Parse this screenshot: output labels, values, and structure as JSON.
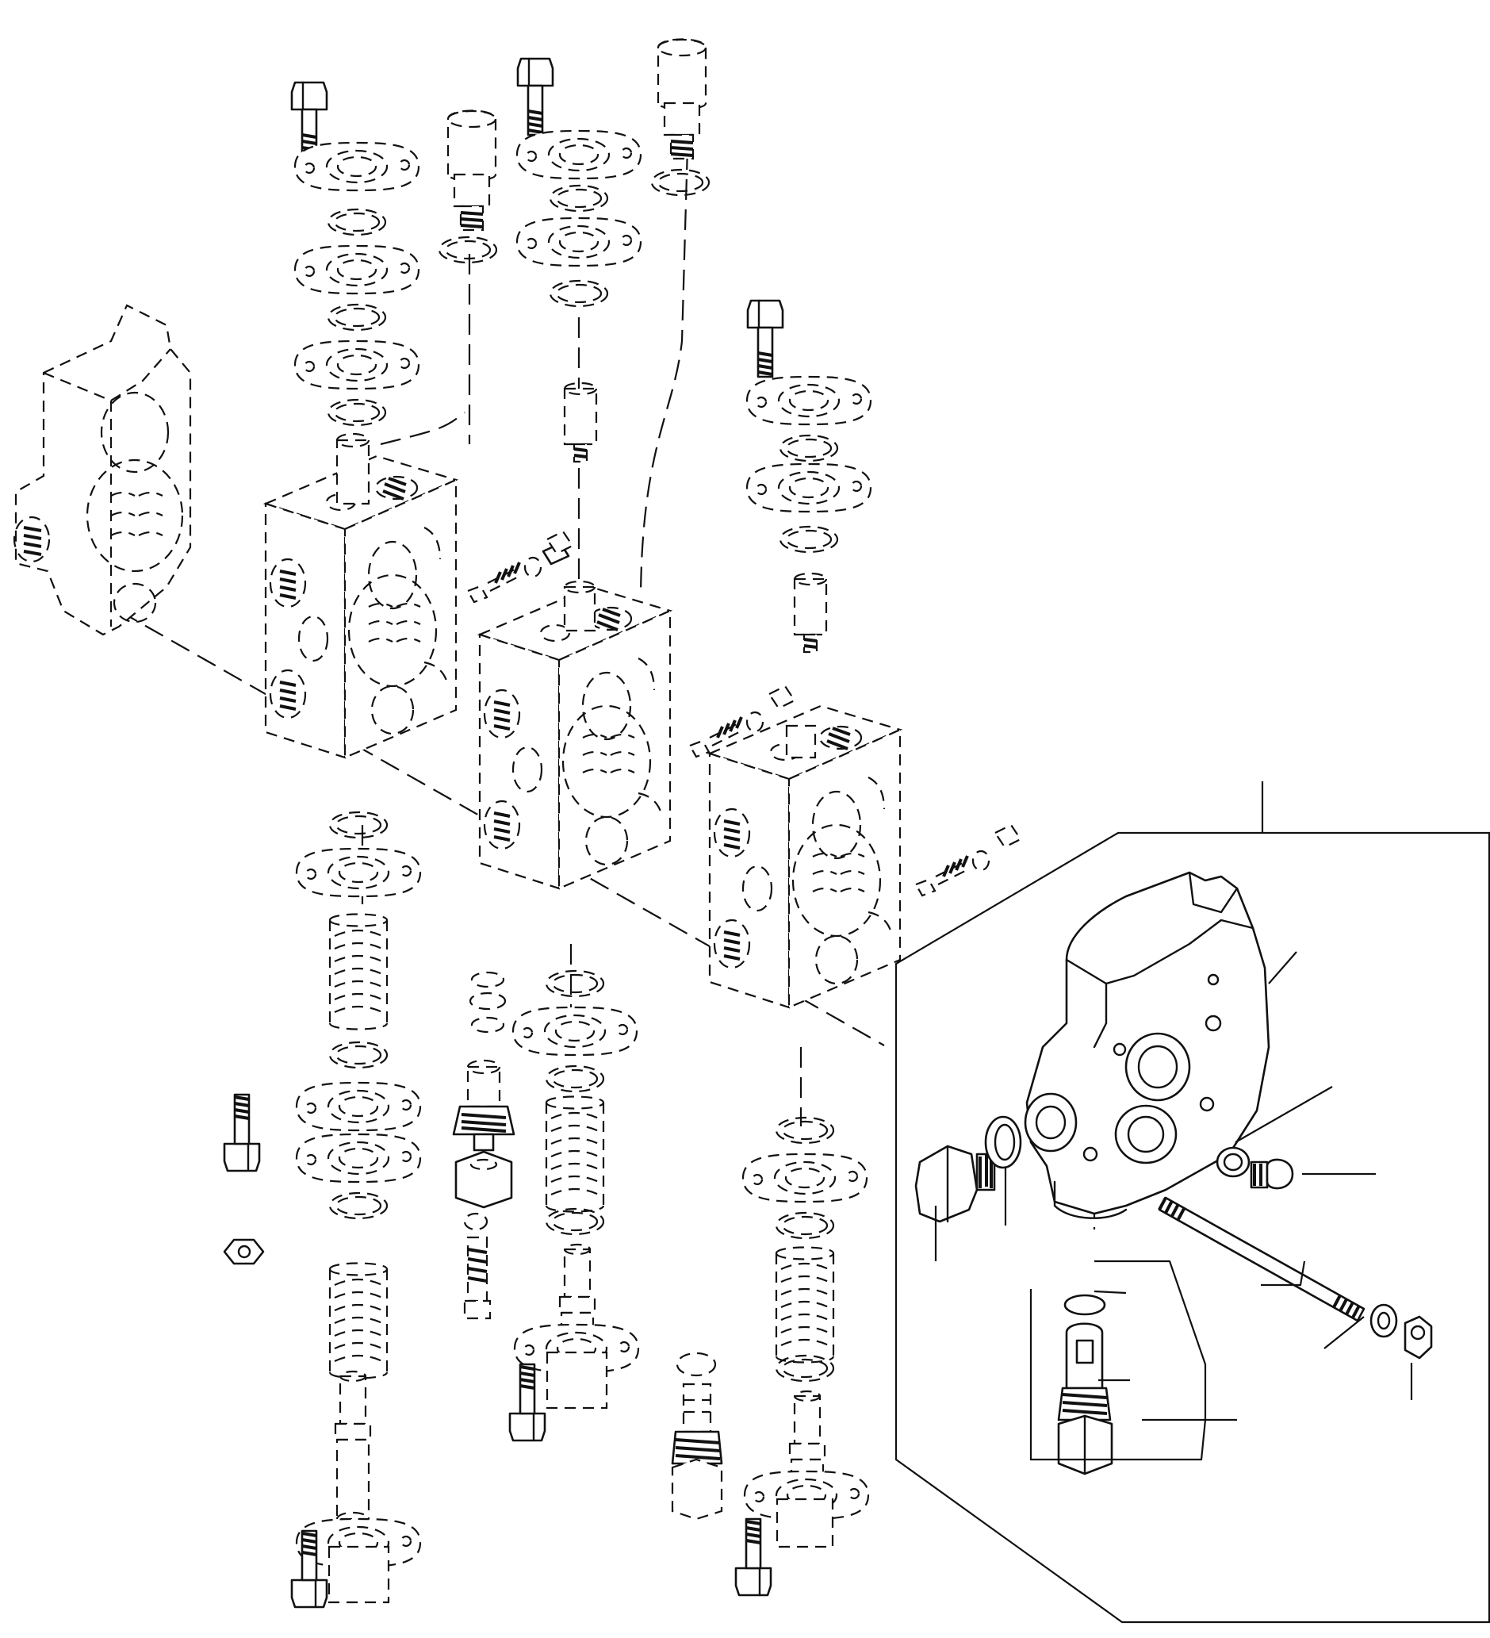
{
  "diagram": {
    "kind": "exploded-parts-view",
    "subject": "hydraulic-control-valve",
    "style": "line-drawing",
    "hidden_line_style": "dashed",
    "stroke_color": "#111111",
    "background_color": "#ffffff",
    "labels_printed": false,
    "parts": [
      {
        "name": "inlet-end-cover",
        "icon": "valve-cover-icon"
      },
      {
        "name": "valve-section",
        "count": 3,
        "icon": "valve-section-icon"
      },
      {
        "name": "outlet-end-cover-detail",
        "icon": "end-cover-icon"
      },
      {
        "name": "relief-valve-cartridge",
        "count": 2,
        "icon": "relief-valve-icon"
      },
      {
        "name": "cap-screw",
        "icon": "bolt-icon"
      },
      {
        "name": "spool-end-cap",
        "icon": "flange-plate-icon"
      },
      {
        "name": "centering-spring",
        "icon": "spring-icon"
      },
      {
        "name": "spool",
        "icon": "spool-icon"
      },
      {
        "name": "o-ring-seal",
        "icon": "o-ring-icon"
      },
      {
        "name": "check-valve-poppet",
        "icon": "poppet-icon"
      },
      {
        "name": "tie-rod-stud",
        "icon": "tie-rod-icon"
      },
      {
        "name": "plug",
        "icon": "plug-icon"
      },
      {
        "name": "nut",
        "icon": "nut-icon"
      },
      {
        "name": "washer",
        "icon": "washer-icon"
      }
    ]
  }
}
